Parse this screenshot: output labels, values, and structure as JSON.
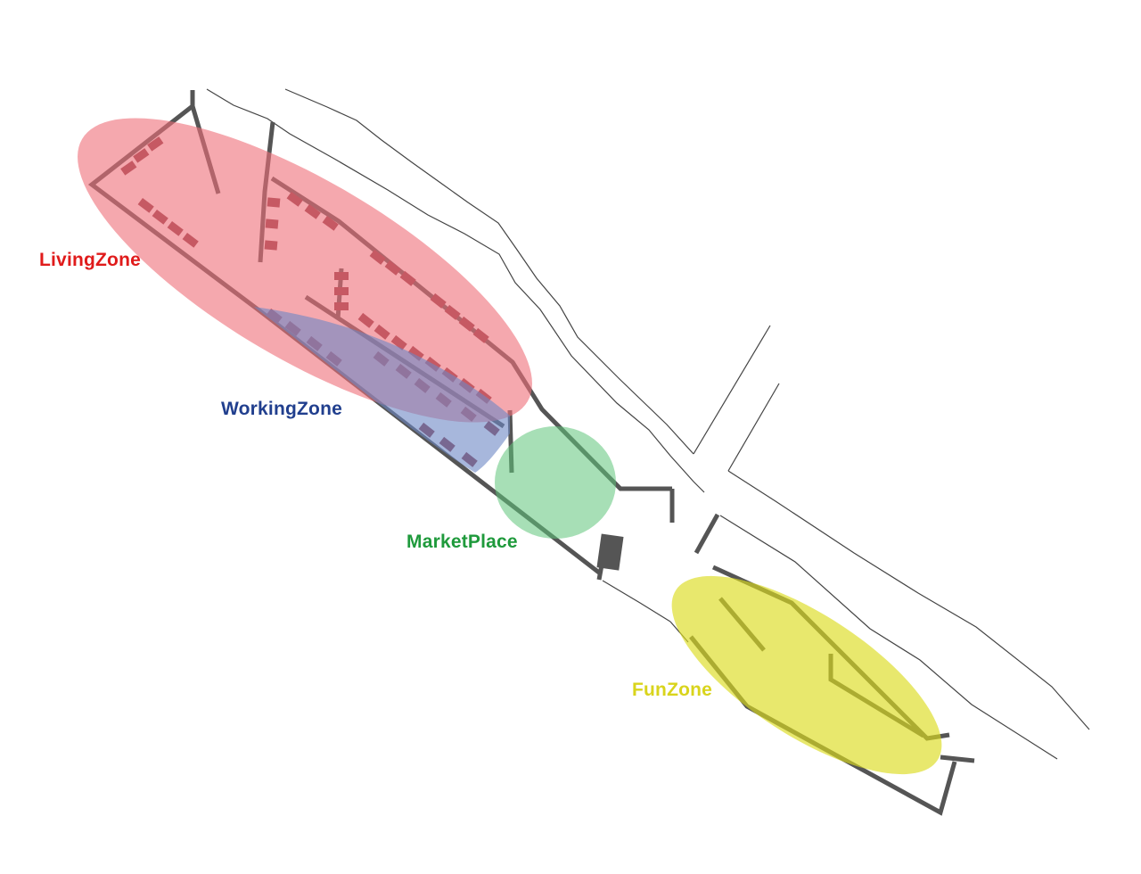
{
  "zones": {
    "living": {
      "label": "LivingZone",
      "color": "#e01b1b",
      "fill": "#ee6e78"
    },
    "working": {
      "label": "WorkingZone",
      "color": "#213f8e",
      "fill": "#6d87c4"
    },
    "market": {
      "label": "MarketPlace",
      "color": "#1f9a3c",
      "fill": "#5fc47a"
    },
    "fun": {
      "label": "FunZone",
      "color": "#d9d41c",
      "fill": "#dcdc1e"
    }
  },
  "colors": {
    "wall": "#555555",
    "road": "#444444",
    "hut": "#8b3a45",
    "hut_working": "#3d4f78",
    "background": "#ffffff"
  }
}
